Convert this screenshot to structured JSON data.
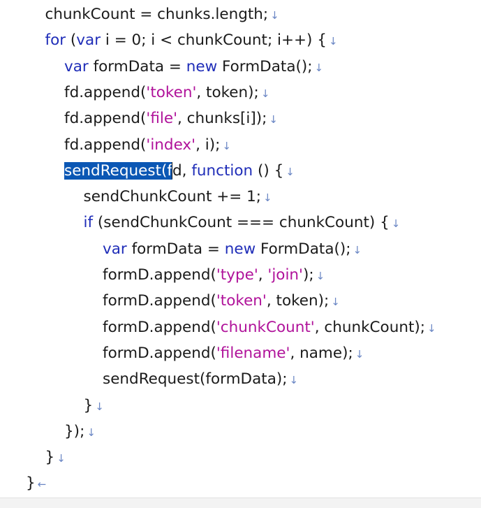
{
  "colors": {
    "keyword": "#1f2db8",
    "string": "#b0129a",
    "text": "#1a1a1a",
    "selection": "#0b57b4",
    "paragraph_mark": "#6a86c4"
  },
  "icons": {
    "line_mark": "↓",
    "end_mark": "←"
  },
  "lines": [
    {
      "indent": 1,
      "end": "↓",
      "tokens": [
        {
          "t": "plain",
          "v": "chunkCount = chunks.length;"
        }
      ]
    },
    {
      "indent": 1,
      "end": "↓",
      "tokens": [
        {
          "t": "kw",
          "v": "for"
        },
        {
          "t": "plain",
          "v": " ("
        },
        {
          "t": "kw",
          "v": "var"
        },
        {
          "t": "plain",
          "v": " i = 0; i < chunkCount; i++) {"
        }
      ]
    },
    {
      "indent": 2,
      "end": "↓",
      "tokens": [
        {
          "t": "kw",
          "v": "var"
        },
        {
          "t": "plain",
          "v": " formData = "
        },
        {
          "t": "kw",
          "v": "new"
        },
        {
          "t": "plain",
          "v": " FormData();"
        }
      ]
    },
    {
      "indent": 2,
      "end": "↓",
      "tokens": [
        {
          "t": "plain",
          "v": "fd.append("
        },
        {
          "t": "str",
          "v": "'token'"
        },
        {
          "t": "plain",
          "v": ", token);"
        }
      ]
    },
    {
      "indent": 2,
      "end": "↓",
      "tokens": [
        {
          "t": "plain",
          "v": "fd.append("
        },
        {
          "t": "str",
          "v": "'file'"
        },
        {
          "t": "plain",
          "v": ", chunks[i]);"
        }
      ]
    },
    {
      "indent": 2,
      "end": "↓",
      "tokens": [
        {
          "t": "plain",
          "v": "fd.append("
        },
        {
          "t": "str",
          "v": "'index'"
        },
        {
          "t": "plain",
          "v": ", i);"
        }
      ]
    },
    {
      "indent": 2,
      "end": "↓",
      "tokens": [
        {
          "t": "sel",
          "v": "sendRequest(f"
        },
        {
          "t": "caret",
          "v": ""
        },
        {
          "t": "plain",
          "v": "d, "
        },
        {
          "t": "kw",
          "v": "function"
        },
        {
          "t": "plain",
          "v": " () {"
        }
      ]
    },
    {
      "indent": 3,
      "end": "↓",
      "tokens": [
        {
          "t": "plain",
          "v": "sendChunkCount += 1;"
        }
      ]
    },
    {
      "indent": 3,
      "end": "↓",
      "tokens": [
        {
          "t": "kw",
          "v": "if"
        },
        {
          "t": "plain",
          "v": " (sendChunkCount === chunkCount) {"
        }
      ]
    },
    {
      "indent": 4,
      "end": "↓",
      "tokens": [
        {
          "t": "kw",
          "v": "var"
        },
        {
          "t": "plain",
          "v": " formData = "
        },
        {
          "t": "kw",
          "v": "new"
        },
        {
          "t": "plain",
          "v": " FormData();"
        }
      ]
    },
    {
      "indent": 4,
      "end": "↓",
      "tokens": [
        {
          "t": "plain",
          "v": "formD.append("
        },
        {
          "t": "str",
          "v": "'type'"
        },
        {
          "t": "plain",
          "v": ", "
        },
        {
          "t": "str",
          "v": "'join'"
        },
        {
          "t": "plain",
          "v": ");"
        }
      ]
    },
    {
      "indent": 4,
      "end": "↓",
      "tokens": [
        {
          "t": "plain",
          "v": "formD.append("
        },
        {
          "t": "str",
          "v": "'token'"
        },
        {
          "t": "plain",
          "v": ", token);"
        }
      ]
    },
    {
      "indent": 4,
      "end": "↓",
      "tokens": [
        {
          "t": "plain",
          "v": "formD.append("
        },
        {
          "t": "str",
          "v": "'chunkCount'"
        },
        {
          "t": "plain",
          "v": ", chunkCount);"
        }
      ]
    },
    {
      "indent": 4,
      "end": "↓",
      "tokens": [
        {
          "t": "plain",
          "v": "formD.append("
        },
        {
          "t": "str",
          "v": "'filename'"
        },
        {
          "t": "plain",
          "v": ", name);"
        }
      ]
    },
    {
      "indent": 4,
      "end": "↓",
      "tokens": [
        {
          "t": "plain",
          "v": "sendRequest(formData);"
        }
      ]
    },
    {
      "indent": 3,
      "end": "↓",
      "tokens": [
        {
          "t": "plain",
          "v": "}"
        }
      ]
    },
    {
      "indent": 2,
      "end": "↓",
      "tokens": [
        {
          "t": "plain",
          "v": "});"
        }
      ]
    },
    {
      "indent": 1,
      "end": "↓",
      "tokens": [
        {
          "t": "plain",
          "v": "}"
        }
      ]
    },
    {
      "indent": 0,
      "end": "←",
      "tokens": [
        {
          "t": "plain",
          "v": "}"
        }
      ]
    }
  ]
}
